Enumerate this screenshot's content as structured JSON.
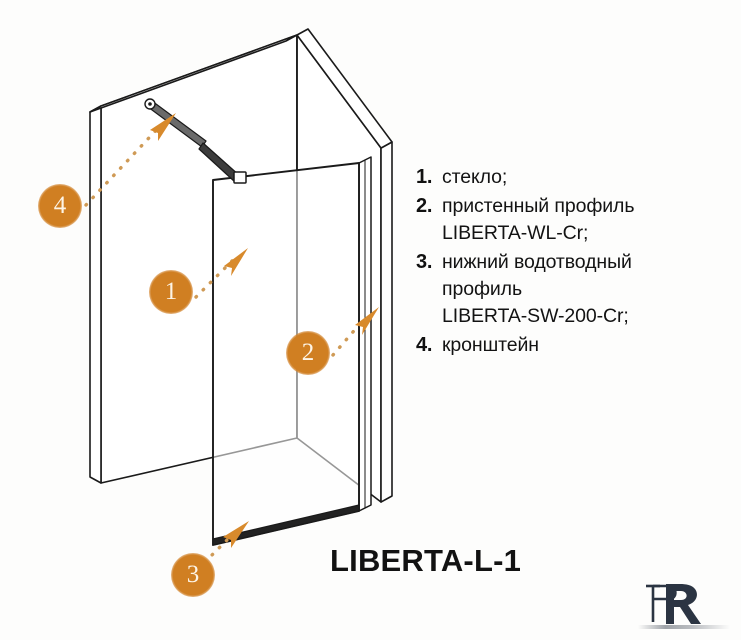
{
  "document": {
    "type": "technical-product-diagram",
    "model_title": "LIBERTA-L-1",
    "background_color": "#fdfdfc",
    "line_color": "#1a1a1a",
    "accent_color": "#d07f22",
    "logo_color": "#2b3442"
  },
  "legend": {
    "items": [
      {
        "number": "1.",
        "lines": [
          "стекло;"
        ]
      },
      {
        "number": "2.",
        "lines": [
          "пристенный профиль",
          "LIBERTA-WL-Cr;"
        ]
      },
      {
        "number": "3.",
        "lines": [
          "нижний водотводный",
          "профиль",
          "LIBERTA-SW-200-Cr;"
        ]
      },
      {
        "number": "4.",
        "lines": [
          "кронштейн"
        ]
      }
    ]
  },
  "callouts": [
    {
      "label": "1",
      "target": "glass-panel",
      "name": "callout-marker-1"
    },
    {
      "label": "2",
      "target": "wall-profile",
      "name": "callout-marker-2"
    },
    {
      "label": "3",
      "target": "bottom-water-profile",
      "name": "callout-marker-3"
    },
    {
      "label": "4",
      "target": "support-bracket",
      "name": "callout-marker-4"
    }
  ],
  "logo": {
    "name": "brand-monogram-rr",
    "glyph": "RR"
  }
}
